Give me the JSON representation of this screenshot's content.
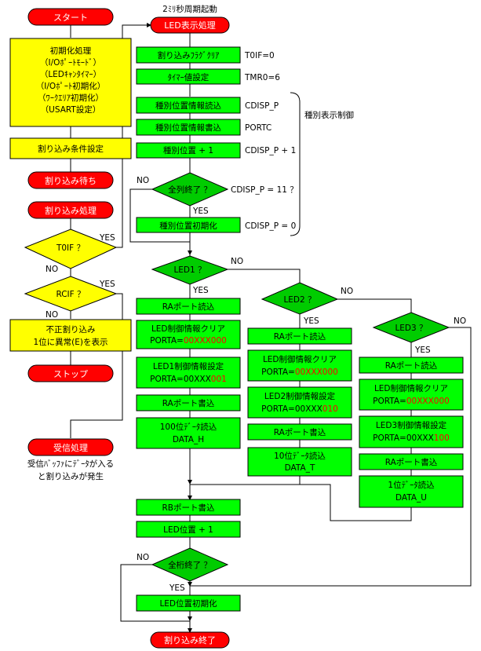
{
  "left": {
    "start": "スタート",
    "init_title": "初期化処理",
    "init_lines": [
      "（I/Oﾎﾟｰﾄﾓｰﾄﾞ）",
      "（LEDｷｬﾝﾀｲﾏｰ）",
      "（I/Oﾎﾟｰﾄ初期化）",
      "（ﾜｰｸｴﾘｱ初期化）",
      "（USART設定）"
    ],
    "int_cond": "割り込み条件設定",
    "int_wait": "割り込み待ち",
    "int_proc": "割り込み処理",
    "toif": "T0IF ？",
    "rcif": "RCIF ？",
    "illegal_1": "不正割り込み",
    "illegal_2": "1位に異常(E)を表示",
    "stop": "ストップ",
    "recv": "受信処理",
    "recv_note_1": "受信ﾊﾞｯﾌｧにﾃﾞｰﾀが入る",
    "recv_note_2": "と割り込みが発生"
  },
  "labels": {
    "yes": "YES",
    "no": "NO"
  },
  "main": {
    "period_note": "2ﾐﾘ秒周期起動",
    "led_proc": "LED表示処理",
    "clear_flag": "割り込みﾌﾗｸﾞｸﾘｱ",
    "clear_flag_note": "T0IF=0",
    "timer_set": "ﾀｲﾏｰ値設定",
    "timer_set_note": "TMR0=6",
    "kind_read": "種別位置情報読込",
    "kind_read_note": "CDISP_P",
    "kind_write": "種別位置情報書込",
    "kind_write_note": "PORTC",
    "kind_inc": "種別位置 + 1",
    "kind_inc_note": "CDISP_P + 1",
    "all_done": "全列終了 ？",
    "all_done_note": "CDISP_P = 11 ？",
    "kind_init": "種別位置初期化",
    "kind_init_note": "CDISP_P = 0",
    "kind_ctrl": "種別表示制御",
    "led1_q": "LED1 ？",
    "led2_q": "LED2 ？",
    "led3_q": "LED3 ？",
    "ra_read": "RAポート読込",
    "ra_write": "RAポート書込",
    "led_clear": "LED制御情報クリア",
    "porta_prefix": "PORTA=",
    "porta_clear_red": "00XXX000",
    "led1_set": "LED1制御情報設定",
    "led1_set_black": "PORTA=00XXX",
    "led1_set_red": "001",
    "led2_set": "LED2制御情報設定",
    "led2_set_black": "PORTA=00XXX",
    "led2_set_red": "010",
    "led3_set": "LED3制御情報設定",
    "led3_set_black": "PORTA=00XXX",
    "led3_set_red": "100",
    "d100": "100位ﾃﾞｰﾀ読込",
    "d100_note": "DATA_H",
    "d10": "10位ﾃﾞｰﾀ読込",
    "d10_note": "DATA_T",
    "d1": "1位ﾃﾞｰﾀ読込",
    "d1_note": "DATA_U",
    "rb_write": "RBポート書込",
    "led_inc": "LED位置 + 1",
    "all_digit": "全桁終了 ？",
    "led_init": "LED位置初期化",
    "int_end": "割り込み終了"
  },
  "colors": {
    "terminator": "#ff0000",
    "init_box": "#ffff00",
    "process": "#00ff00",
    "decision_left": "#ffff00",
    "decision_main": "#00cc00"
  }
}
